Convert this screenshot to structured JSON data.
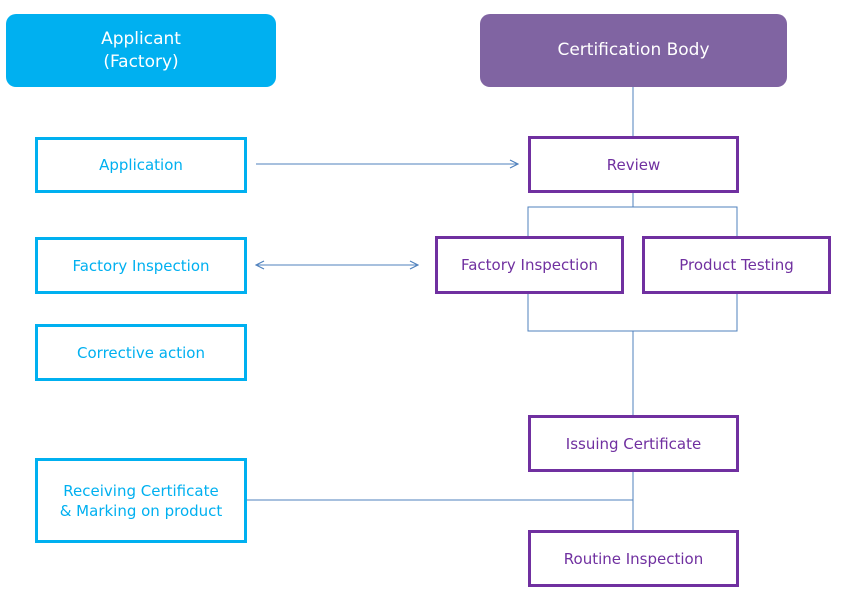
{
  "headers": {
    "applicant": "Applicant\n(Factory)",
    "certification_body": "Certification Body"
  },
  "applicant_steps": {
    "application": "Application",
    "factory_inspection": "Factory Inspection",
    "corrective_action": "Corrective action",
    "receiving_certificate": "Receiving Certificate\n& Marking on product"
  },
  "certification_body_steps": {
    "review": "Review",
    "factory_inspection": "Factory Inspection",
    "product_testing": "Product Testing",
    "issuing_certificate": "Issuing  Certificate",
    "routine_inspection": "Routine  Inspection"
  },
  "colors": {
    "applicant_header": "#00b0f0",
    "certification_body_header": "#8064a2",
    "applicant_box": "#00b0f0",
    "certification_body_box": "#7030a0",
    "connector": "#4f81bd"
  }
}
